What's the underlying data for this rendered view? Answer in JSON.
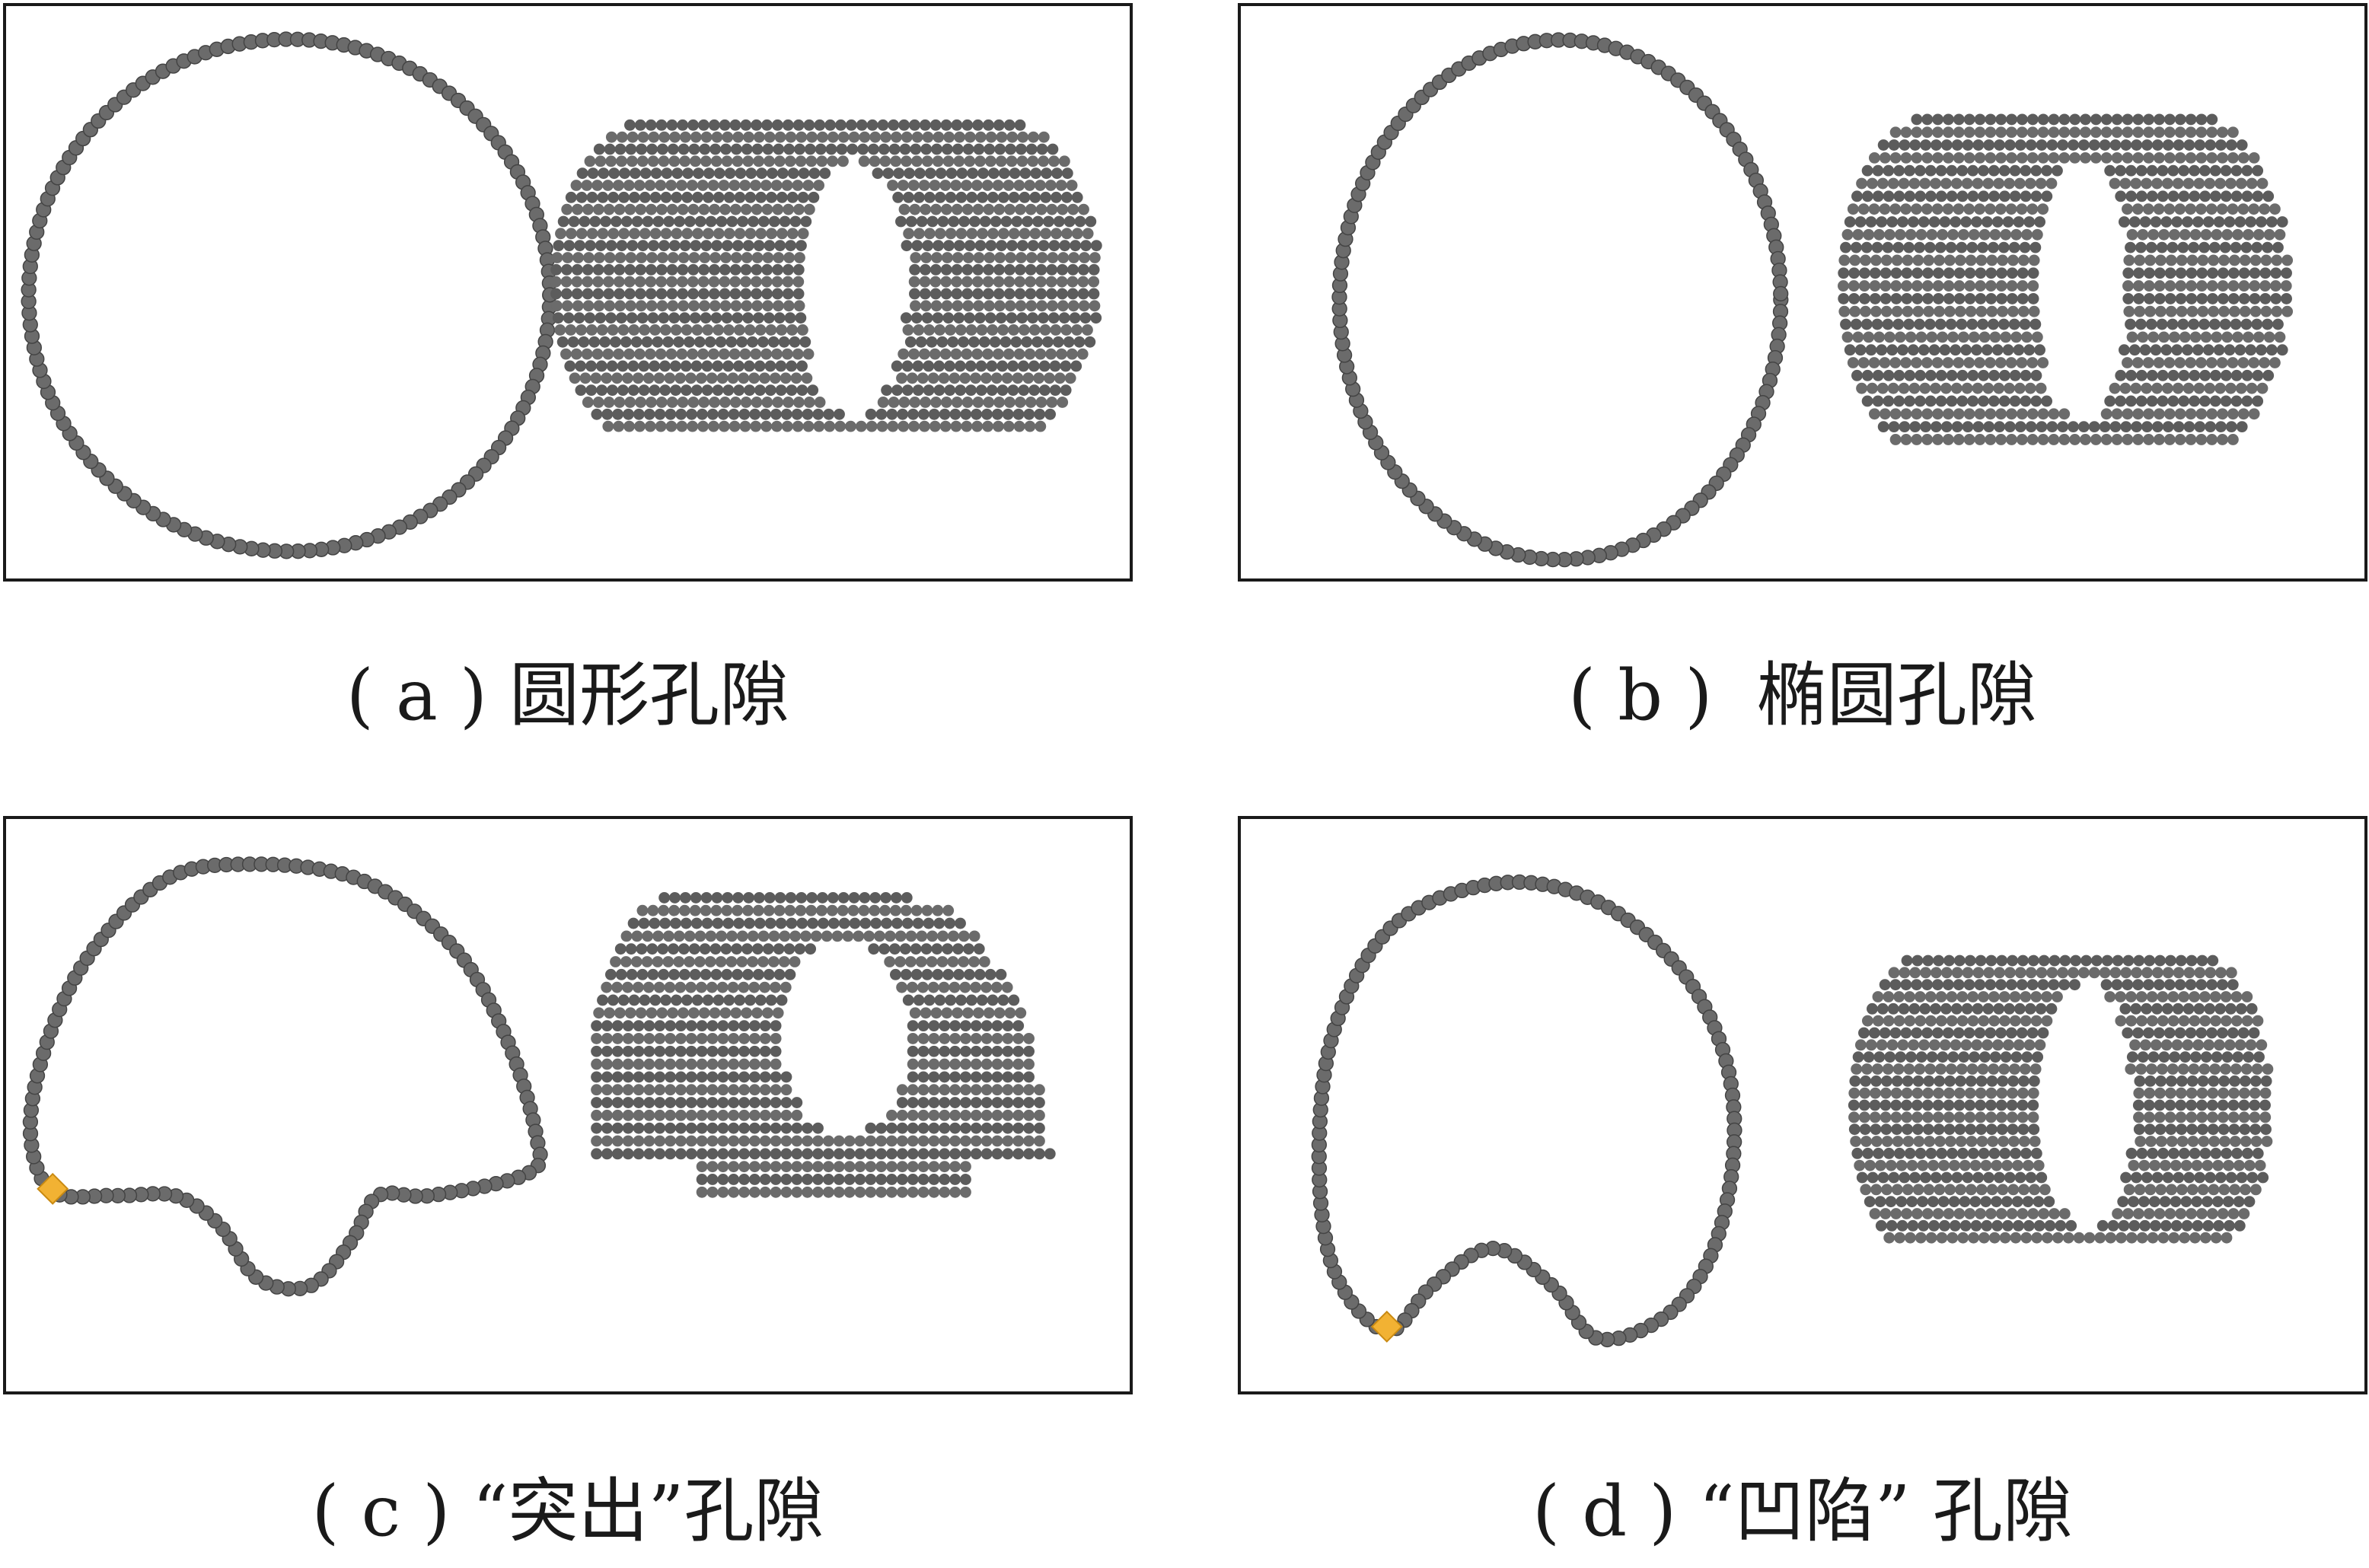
{
  "panels": [
    {
      "id": "a",
      "caption": "( a ) 圆形孔隙",
      "shape": "circle",
      "has_marker": false
    },
    {
      "id": "b",
      "caption": "( b )  椭圆孔隙",
      "shape": "ellipse",
      "has_marker": false
    },
    {
      "id": "c",
      "caption": "( c ) “突出”孔隙",
      "shape": "protrusion",
      "has_marker": true
    },
    {
      "id": "d",
      "caption": "( d ) “凹陷” 孔隙",
      "shape": "depression",
      "has_marker": true
    }
  ],
  "colors": {
    "atom": "#6b6b6b",
    "atom_dark": "#444444",
    "marker": "#f2b233",
    "frame": "#1a1a1a",
    "text": "#1a1a1a"
  }
}
